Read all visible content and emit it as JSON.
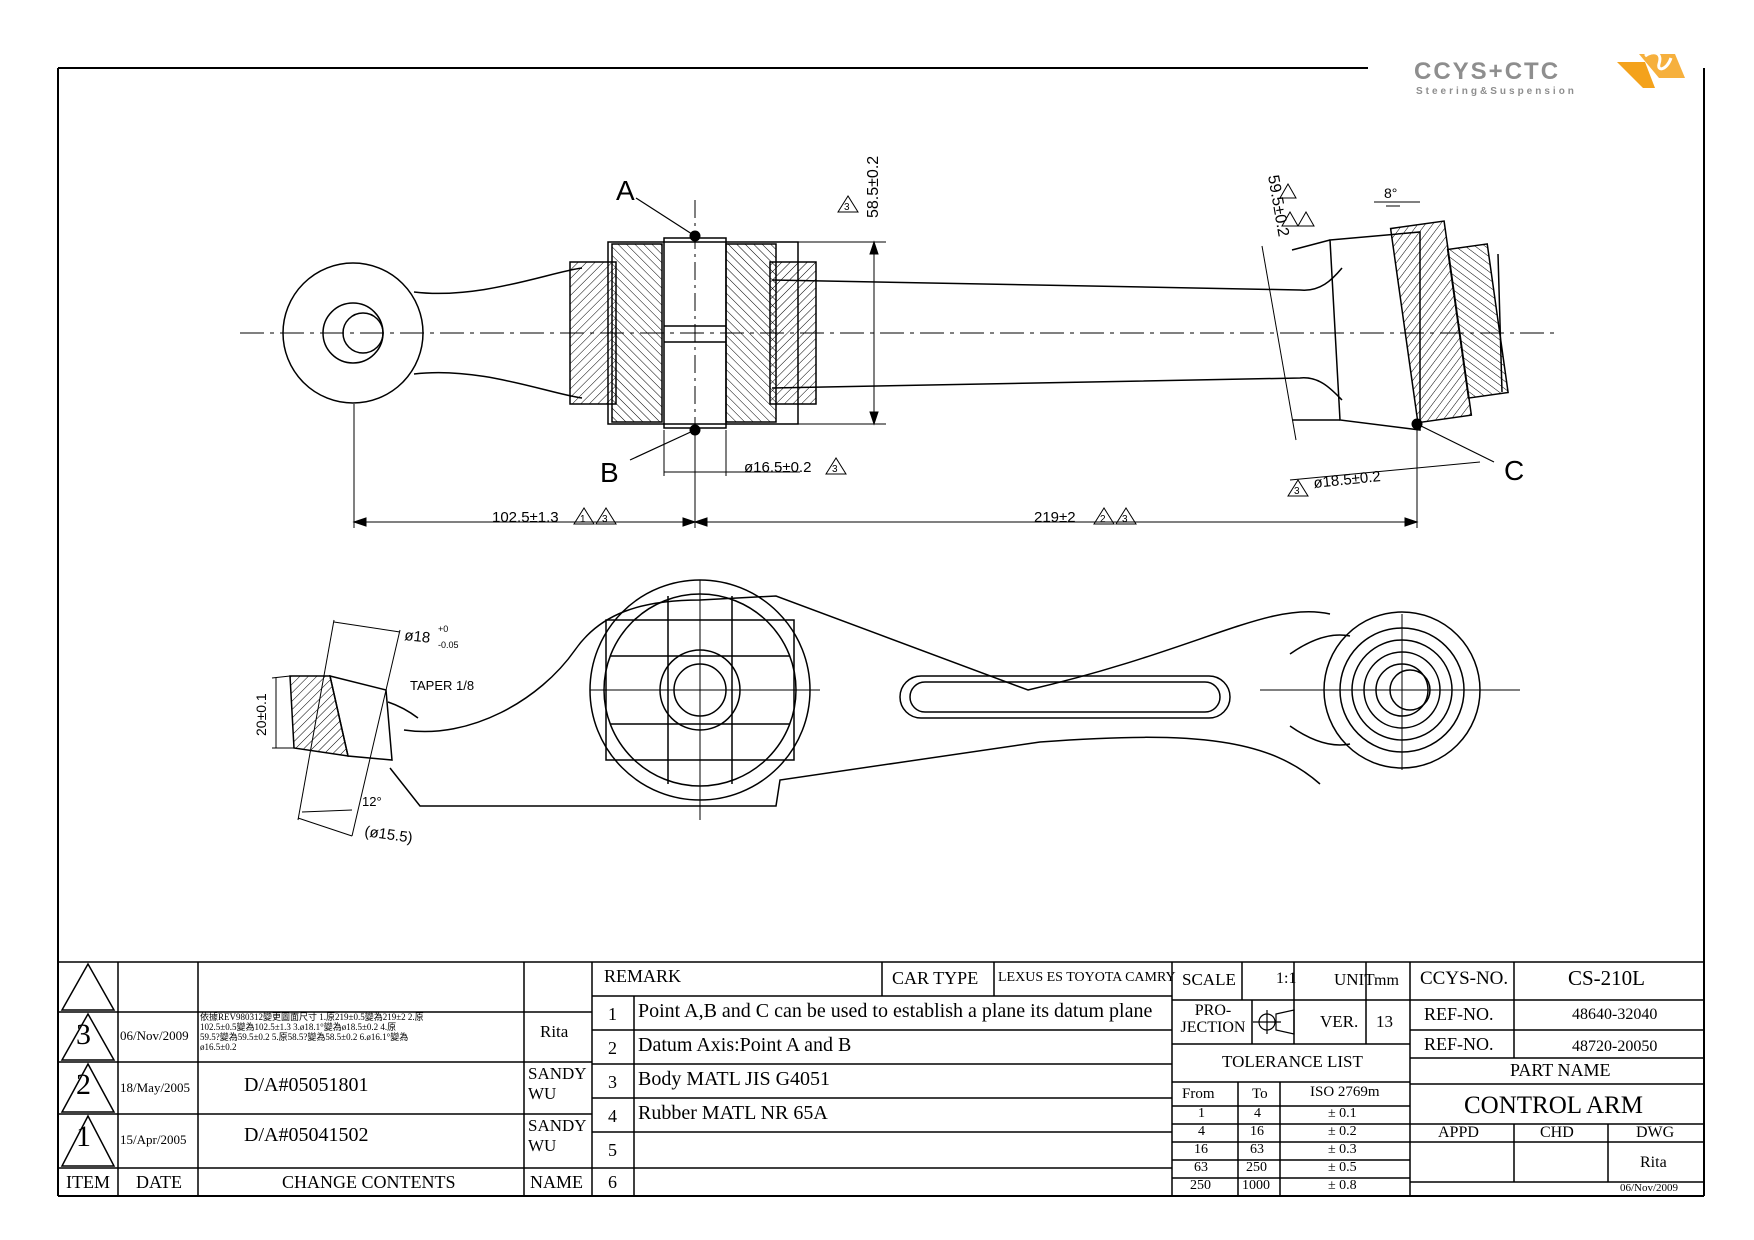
{
  "logo": {
    "brand": "CCYS+CTC",
    "tagline": "Steering&Suspension"
  },
  "drawing": {
    "points": {
      "a": "A",
      "b": "B",
      "c": "C"
    },
    "dims": {
      "d_58_5": "58.5±0.2",
      "d_59_5": "59.5±0.2",
      "angle_8": "8°",
      "dia_16_5": "ø16.5±0.2",
      "dia_18_5": "ø18.5±0.2",
      "len_102_5": "102.5±1.3",
      "len_219": "219±2",
      "dia_18": "ø18",
      "dia_18_tol_upper": "+0",
      "dia_18_tol_lower": "-0.05",
      "taper": "TAPER 1/8",
      "h_20": "20±0.1",
      "angle_12": "12°",
      "dia_15_5": "(ø15.5)"
    },
    "rev_marks": {
      "r1": "1",
      "r2": "2",
      "r3": "3"
    }
  },
  "revisions": [
    {
      "item": "3",
      "date": "06/Nov/2009",
      "content_lines": [
        "依據REV980312變更圖面尺寸 1.原219±0.5變為219±2 2.原",
        "102.5±0.5變為102.5±1.3 3.ø18.1°變為ø18.5±0.2 4.原",
        "59.5?變為59.5±0.2 5.原58.5?變為58.5±0.2 6.ø16.1°變為",
        "ø16.5±0.2"
      ],
      "name_lines": [
        "Rita"
      ]
    },
    {
      "item": "2",
      "date": "18/May/2005",
      "content_lines": [
        "D/A#05051801"
      ],
      "name_lines": [
        "SANDY",
        "WU"
      ]
    },
    {
      "item": "1",
      "date": "15/Apr/2005",
      "content_lines": [
        "D/A#05041502"
      ],
      "name_lines": [
        "SANDY",
        "WU"
      ]
    }
  ],
  "revision_headers": {
    "item": "ITEM",
    "date": "DATE",
    "contents": "CHANGE CONTENTS",
    "name": "NAME"
  },
  "remarks": {
    "title": "REMARK",
    "car_type_label": "CAR TYPE",
    "car_type": "LEXUS ES TOYOTA CAMRY",
    "items": [
      {
        "no": "1",
        "text": "Point A,B and C can be used to establish a plane its datum plane"
      },
      {
        "no": "2",
        "text": "Datum Axis:Point A and B"
      },
      {
        "no": "3",
        "text": "Body MATL JIS G4051"
      },
      {
        "no": "4",
        "text": "Rubber MATL NR 65A"
      },
      {
        "no": "5",
        "text": ""
      },
      {
        "no": "6",
        "text": ""
      }
    ]
  },
  "specs": {
    "scale_label": "SCALE",
    "scale": "1:1",
    "unit_label": "UNIT",
    "unit": "mm",
    "projection_label_1": "PRO-",
    "projection_label_2": "JECTION",
    "ver_label": "VER.",
    "ver": "13",
    "tolerance_title": "TOLERANCE LIST",
    "tolerance_headers": [
      "From",
      "To",
      "ISO 2769m"
    ],
    "tolerances": [
      [
        "1",
        "4",
        "± 0.1"
      ],
      [
        "4",
        "16",
        "± 0.2"
      ],
      [
        "16",
        "63",
        "± 0.3"
      ],
      [
        "63",
        "250",
        "± 0.5"
      ],
      [
        "250",
        "1000",
        "± 0.8"
      ]
    ]
  },
  "part": {
    "ccys_label": "CCYS-NO.",
    "ccys_no": "CS-210L",
    "ref_label_1": "REF-NO.",
    "ref_no_1": "48640-32040",
    "ref_label_2": "REF-NO.",
    "ref_no_2": "48720-20050",
    "name_label": "PART NAME",
    "name": "CONTROL ARM",
    "appd_label": "APPD",
    "chd_label": "CHD",
    "dwg_label": "DWG",
    "dwg_by": "Rita",
    "dwg_date": "06/Nov/2009"
  }
}
